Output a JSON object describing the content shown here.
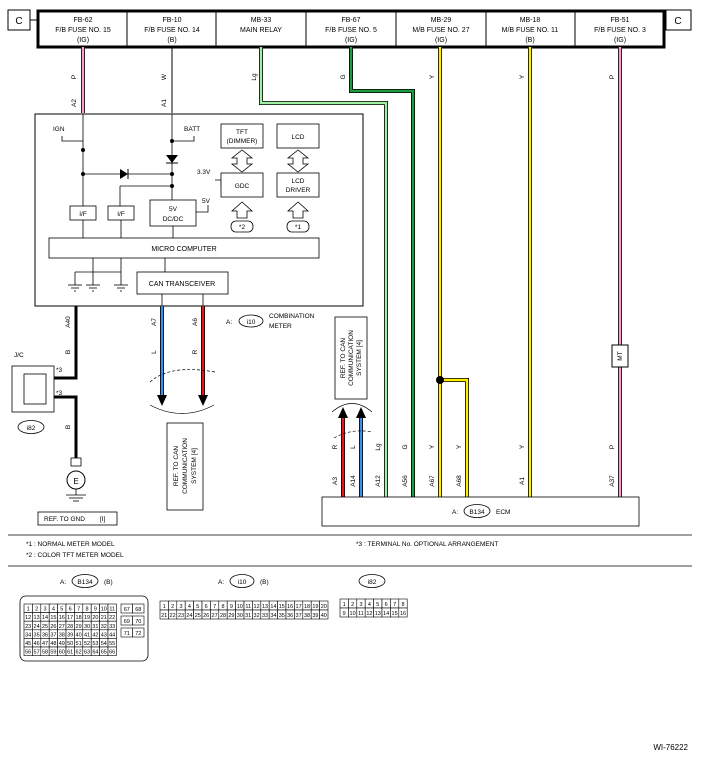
{
  "bus_label": "C",
  "fuses": [
    {
      "id": "FB-62",
      "name": "F/B FUSE NO. 15",
      "cond": "(IG)"
    },
    {
      "id": "FB-10",
      "name": "F/B FUSE NO. 14",
      "cond": "(B)"
    },
    {
      "id": "MB-33",
      "name": "MAIN RELAY",
      "cond": ""
    },
    {
      "id": "FB-67",
      "name": "F/B FUSE NO. 5",
      "cond": "(IG)"
    },
    {
      "id": "MB-29",
      "name": "M/B FUSE NO. 27",
      "cond": "(IG)"
    },
    {
      "id": "MB-18",
      "name": "M/B FUSE NO. 11",
      "cond": "(B)"
    },
    {
      "id": "FB-51",
      "name": "F/B FUSE NO. 3",
      "cond": "(IG)"
    }
  ],
  "wires": {
    "w1": "P",
    "w2": "W",
    "w3": "Lg",
    "w4": "G",
    "w5": "Y",
    "w6": "Y",
    "w7": "P",
    "pin_a2": "A2",
    "pin_a1": "A1",
    "pin_a40": "A40",
    "b1": "B",
    "b2": "B",
    "pin_a7": "A7",
    "pin_a6": "A6",
    "l": "L",
    "r": "R",
    "star3": "*3",
    "star3b": "*3",
    "ecm_r": "R",
    "ecm_l": "L",
    "ecm_lg": "Lg",
    "ecm_g": "G",
    "ecm_y1": "Y",
    "ecm_y2": "Y",
    "ecm_y3": "Y",
    "ecm_p": "P",
    "ecm_a3": "A3",
    "ecm_a14": "A14",
    "ecm_a12": "A12",
    "ecm_a56": "A56",
    "ecm_a67": "A67",
    "ecm_a68": "A68",
    "ecm_a1": "A1",
    "ecm_a37": "A37"
  },
  "meter": {
    "ign": "IGN",
    "batt": "BATT",
    "tft": "TFT",
    "dimmer": "(DIMMER)",
    "lcd": "LCD",
    "v33": "3.3V",
    "gdc": "GDC",
    "lcd_driver1": "LCD",
    "lcd_driver2": "DRIVER",
    "v5": "5V",
    "dcdc1": "5V",
    "dcdc2": "DC/DC",
    "if1": "I/F",
    "if2": "I/F",
    "star2": "*2",
    "star1": "*1",
    "micro": "MICRO COMPUTER",
    "can": "CAN TRANSCEIVER",
    "conn_prefix": "A:",
    "conn": "i10",
    "name1": "COMBINATION",
    "name2": "METER"
  },
  "jc": {
    "label": "J/C",
    "conn": "i82",
    "ground": "E",
    "ref": "REF. TO GND",
    "ref_code": "[I]"
  },
  "ref_can_left": [
    "REF. TO CAN",
    "COMMUNICATION",
    "SYSTEM [4]"
  ],
  "ref_can_right": [
    "REF. TO CAN",
    "COMMUNICATION",
    "SYSTEM [4]"
  ],
  "mt": "MT",
  "ecm": {
    "prefix": "A:",
    "conn": "B134",
    "name": "ECM"
  },
  "notes": {
    "n1": "*1  : NORMAL METER MODEL",
    "n2": "*2  : COLOR TFT METER MODEL",
    "n3": "*3  : TERMINAL No. OPTIONAL ARRANGEMENT"
  },
  "connectors": {
    "b134_title": "A:",
    "b134_code": "B134",
    "b134_cond": "(B)",
    "i10_title": "A:",
    "i10_code": "i10",
    "i10_cond": "(B)",
    "i82_code": "i82"
  },
  "diagram_id": "WI-76222"
}
